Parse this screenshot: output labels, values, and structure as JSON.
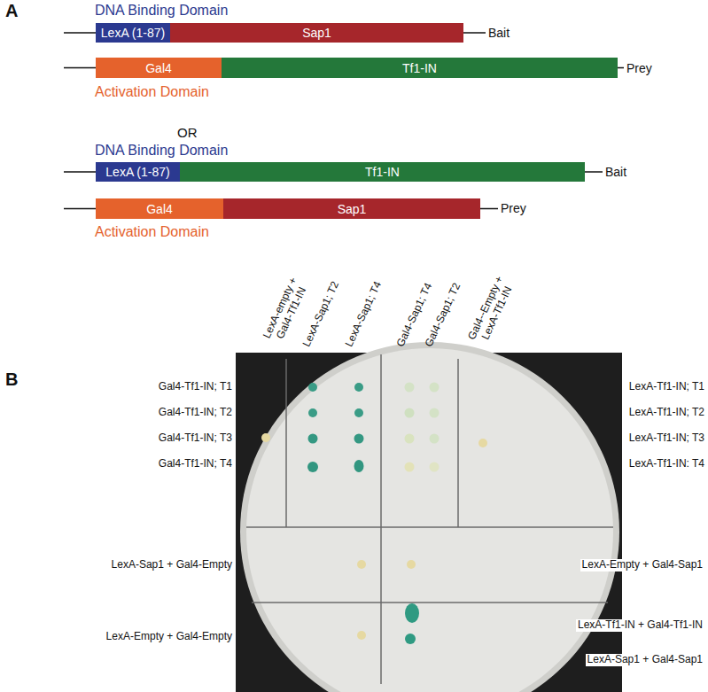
{
  "diagram": {
    "nodes": [
      {
        "text": [
          "LexA (1-87)"
        ]
      },
      {
        "text": [
          "Sap1"
        ]
      },
      {
        "text": [
          "Gal4"
        ]
      },
      {
        "text": [
          "Tf1-IN"
        ]
      },
      {
        "text": [
          "LexA (1-87)"
        ]
      },
      {
        "text": [
          "Tf1-IN"
        ]
      },
      {
        "text": [
          "Gal4"
        ]
      },
      {
        "text": [
          "Sap1"
        ]
      }
    ],
    "labels": [
      "A",
      "DNA Binding Domain",
      "Bait",
      "Prey",
      "Activation Domain",
      "OR",
      "DNA Binding Domain",
      "Bait",
      "Prey",
      "Activation Domain",
      "B",
      "LexA-empty + Gal4-Tf1-IN",
      "LexA-Sap1; T2",
      "LexA-Sap1; T4",
      "Gal4-Sap1; T4",
      "Gal4-Sap1; T2",
      "Gal4--Empty + LexA-Tf1-IN",
      "Gal4-Tf1-IN; T1",
      "Gal4-Tf1-IN; T2",
      "Gal4-Tf1-IN; T3",
      "Gal4-Tf1-IN; T4",
      "LexA-Sap1 + Gal4-Empty",
      "LexA-Empty + Gal4-Empty",
      "LexA-Tf1-IN; T1",
      "LexA-Tf1-IN; T2",
      "LexA-Tf1-IN; T3",
      "LexA-Tf1-IN: T4",
      "LexA-Empty + Gal4-Sap1",
      "LexA-Tf1-IN + Gal4-Tf1-IN",
      "LexA-Sap1 + Gal4-Sap1"
    ]
  }
}
